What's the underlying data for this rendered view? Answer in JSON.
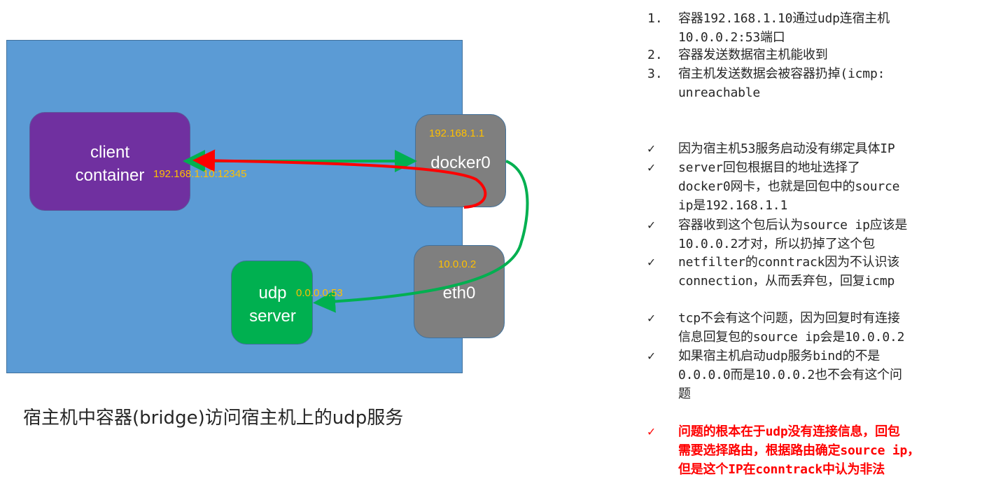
{
  "diagram": {
    "client": {
      "title_line1": "client",
      "title_line2": "container",
      "ip": "192.168.1.10:12345"
    },
    "docker0": {
      "title": "docker0",
      "ip": "192.168.1.1"
    },
    "eth0": {
      "title": "eth0",
      "ip": "10.0.0.2"
    },
    "udp_server": {
      "title_line1": "udp",
      "title_line2": "server",
      "ip": "0.0.0.0:53"
    },
    "caption": "宿主机中容器(bridge)访问宿主机上的udp服务",
    "colors": {
      "host_box": "#5b9bd5",
      "client": "#7030a0",
      "interface": "#7f7f7f",
      "udp_server": "#00b050",
      "ip_label": "#ffc000",
      "green_path": "#00b050",
      "red_path": "#ff0000"
    }
  },
  "notes": {
    "numbered": [
      {
        "marker": "1.",
        "lines": [
          "容器192.168.1.10通过udp连宿主机",
          "10.0.0.2:53端口"
        ]
      },
      {
        "marker": "2.",
        "lines": [
          "容器发送数据宿主机能收到"
        ]
      },
      {
        "marker": "3.",
        "lines": [
          "宿主机发送数据会被容器扔掉(icmp:",
          "unreachable"
        ]
      }
    ],
    "checks": [
      {
        "marker": "✓",
        "lines": [
          "因为宿主机53服务启动没有绑定具体IP"
        ]
      },
      {
        "marker": "✓",
        "lines": [
          "server回包根据目的地址选择了",
          "docker0网卡，也就是回包中的source",
          "ip是192.168.1.1"
        ]
      },
      {
        "marker": "✓",
        "lines": [
          "容器收到这个包后认为source ip应该是",
          "10.0.0.2才对，所以扔掉了这个包"
        ]
      },
      {
        "marker": "✓",
        "lines": [
          "netfilter的conntrack因为不认识该",
          "connection，从而丢弃包，回复icmp"
        ]
      },
      {
        "marker": "✓",
        "lines": [
          "tcp不会有这个问题，因为回复时有连接",
          "信息回复包的source ip会是10.0.0.2"
        ]
      },
      {
        "marker": "✓",
        "lines": [
          "如果宿主机启动udp服务bind的不是",
          "0.0.0.0而是10.0.0.2也不会有这个问",
          "题"
        ]
      }
    ],
    "conclusion": {
      "marker": "✓",
      "lines": [
        "问题的根本在于udp没有连接信息，回包",
        "需要选择路由，根据路由确定source ip，",
        "但是这个IP在conntrack中认为非法"
      ]
    }
  }
}
